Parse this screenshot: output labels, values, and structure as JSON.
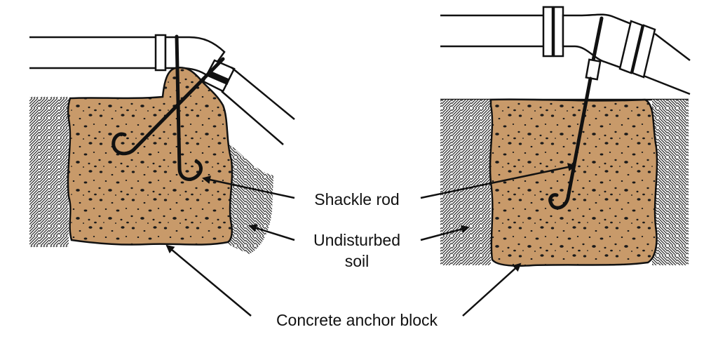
{
  "labels": {
    "shackle_rod": "Shackle rod",
    "undisturbed_soil_line1": "Undisturbed",
    "undisturbed_soil_line2": "soil",
    "concrete_anchor_block": "Concrete anchor block"
  },
  "colors": {
    "concrete": "#c89a6a",
    "outline": "#111111",
    "soil_hatch": "#222222",
    "background": "#ffffff"
  }
}
